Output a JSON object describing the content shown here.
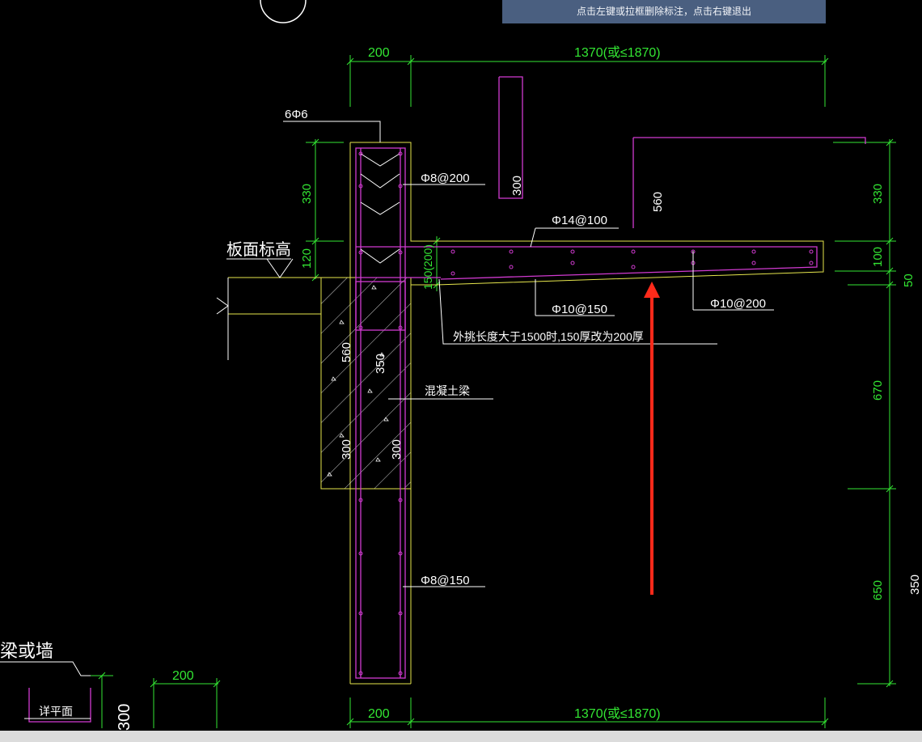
{
  "tooltip": "点击左键或拉框删除标注，点击右键退出",
  "dims": {
    "top_left": "200",
    "top_span": "1370(或≤1870)",
    "bottom_left": "200",
    "bottom_span": "1370(或≤1870)",
    "left_330": "330",
    "left_120": "120",
    "right_330": "330",
    "right_100": "100",
    "right_50": "50",
    "right_670": "670",
    "right_650": "650",
    "right_350": "350",
    "beam_560": "560",
    "beam_350": "350",
    "beam_300a": "300",
    "beam_300b": "300",
    "up_300": "300",
    "up_560": "560",
    "slab_150": "150(200)",
    "lower_200": "200",
    "lower_300": "300"
  },
  "labels": {
    "rebar_6phi6": "6Φ6",
    "phi8_200": "Φ8@200",
    "phi14_100": "Φ14@100",
    "phi10_150": "Φ10@150",
    "phi10_200": "Φ10@200",
    "phi8_150": "Φ8@150",
    "slab_level": "板面标高",
    "note": "外挑长度大于1500时,150厚改为200厚",
    "concrete_beam": "混凝土梁",
    "beam_or_wall": "梁或墙",
    "detail_plan": "详平面"
  },
  "colors": {
    "dimension": "#33e633",
    "rebar": "#d13ad1",
    "outline": "#e6e64d",
    "leader": "#ffffff",
    "arrow": "#ff2a1a",
    "tooltip_bg": "#4a5f80"
  }
}
